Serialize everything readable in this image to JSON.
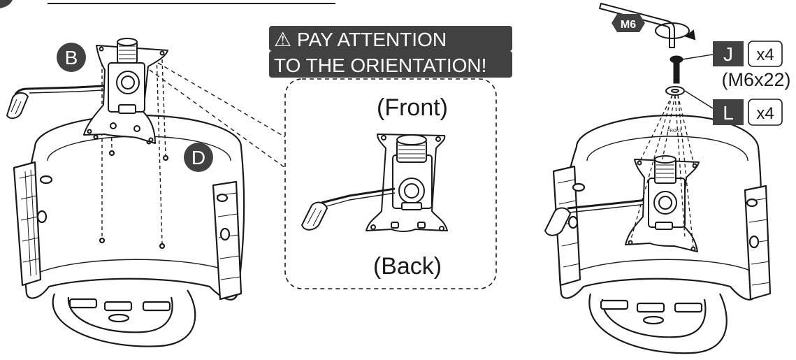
{
  "labels": {
    "part_b": "B",
    "part_d": "D",
    "part_j": "J",
    "part_l": "L"
  },
  "warning": {
    "line1": "⚠ PAY ATTENTION",
    "line2": "TO THE ORIENTATION!"
  },
  "inset": {
    "front": "(Front)",
    "back": "(Back)"
  },
  "hardware": {
    "tool_size": "M6",
    "j_qty": "x4",
    "j_spec": "(M6x22)",
    "l_qty": "x4",
    "plate_marking": "FRONT"
  },
  "colors": {
    "badge": "#414141",
    "line": "#1a1a1a",
    "seat_fill": "#ffffff"
  }
}
